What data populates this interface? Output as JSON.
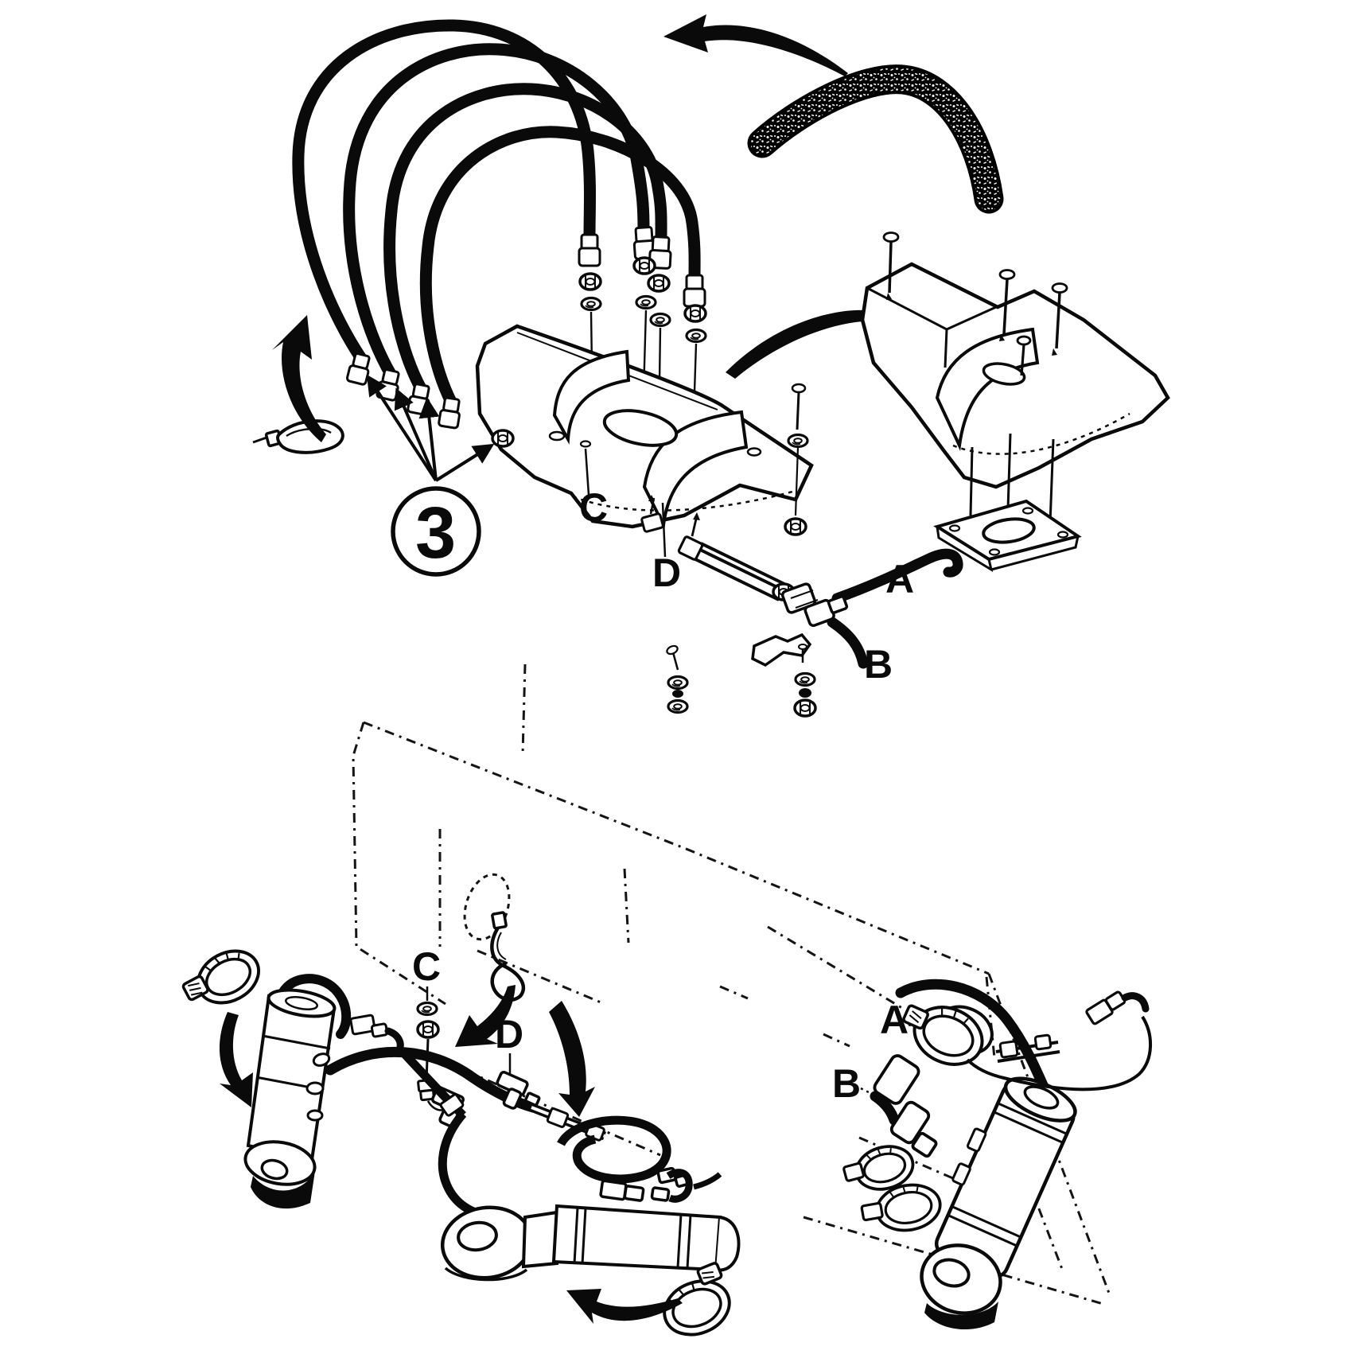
{
  "page": {
    "background": "#ffffff",
    "ink": "#0a0a0a",
    "description": "Exploded-view installation diagram of hydraulic hose kit, mounting plates and lift cylinders on a plow blade"
  },
  "top_diagram": {
    "name": "hose-kit-and-mounting-plate-exploded-view",
    "callout_number": "3",
    "labels": {
      "c": "C",
      "d": "D",
      "a": "A",
      "b": "B"
    }
  },
  "bottom_diagram": {
    "name": "cylinder-and-hose-routing-on-blade",
    "labels": {
      "c": "C",
      "d": "D",
      "a": "A",
      "b": "B"
    }
  }
}
